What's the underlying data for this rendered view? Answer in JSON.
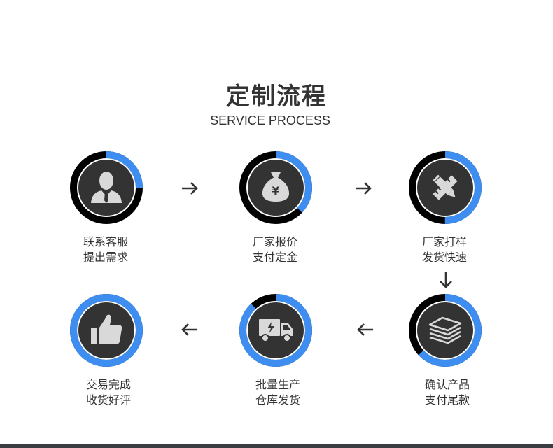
{
  "header": {
    "title": "定制流程",
    "subtitle": "SERVICE PROCESS"
  },
  "colors": {
    "ring_accent": "#3d8ef0",
    "ring_dark": "#000000",
    "inner_dark": "#333333",
    "icon": "#d9d9d9",
    "text": "#333333",
    "arrow": "#333333"
  },
  "steps": [
    {
      "icon": "customer-service-person-icon",
      "label_line1": "联系客服",
      "label_line2": "提出需求",
      "progress": 0.25
    },
    {
      "icon": "money-bag-yen-icon",
      "label_line1": "厂家报价",
      "label_line2": "支付定金",
      "progress": 0.37
    },
    {
      "icon": "pencil-ruler-icon",
      "label_line1": "厂家打样",
      "label_line2": "发货快速",
      "progress": 0.5
    },
    {
      "icon": "stacked-sheets-icon",
      "label_line1": "确认产品",
      "label_line2": "支付尾款",
      "progress": 0.63
    },
    {
      "icon": "delivery-truck-icon",
      "label_line1": "批量生产",
      "label_line2": "仓库发货",
      "progress": 0.88
    },
    {
      "icon": "thumbs-up-icon",
      "label_line1": "交易完成",
      "label_line2": "收货好评",
      "progress": 1.0
    }
  ]
}
